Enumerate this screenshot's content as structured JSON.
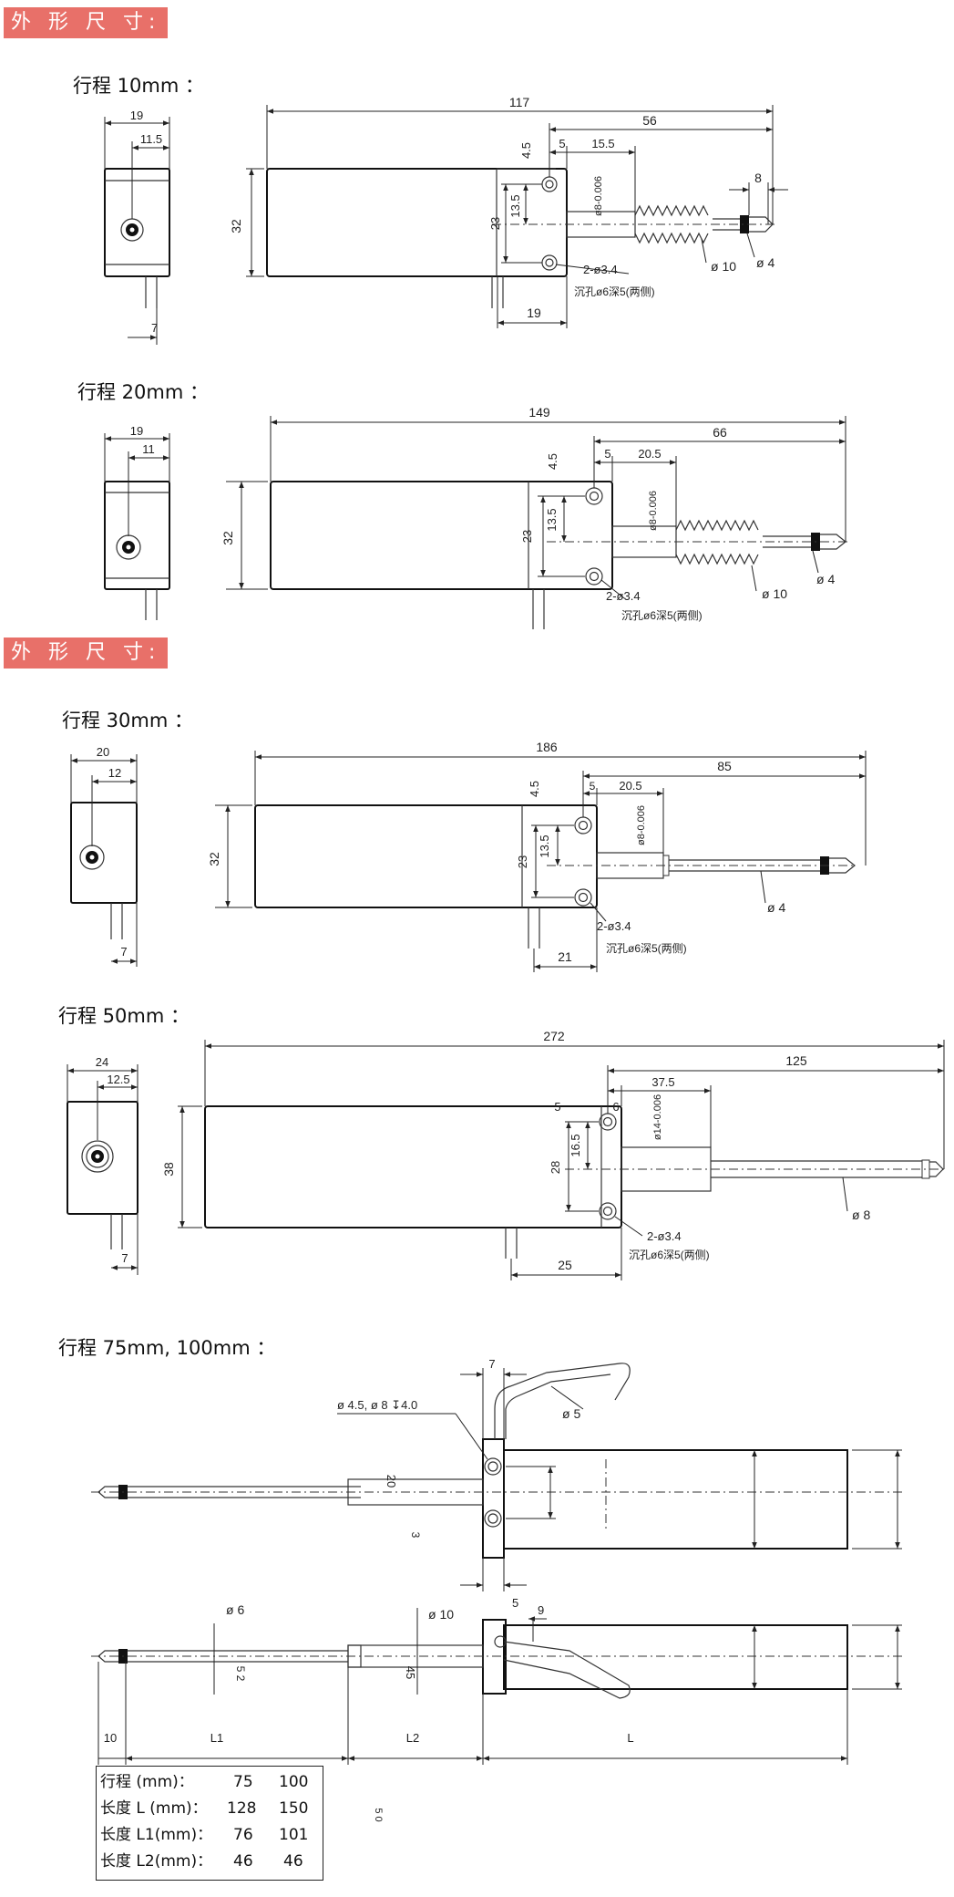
{
  "headers": {
    "h1": "外 形 尺 寸:",
    "h2": "外 形 尺 寸:"
  },
  "sections": {
    "s10": {
      "title": "行程 10mm ：",
      "dims": {
        "w19": "19",
        "w115": "11.5",
        "w7": "7",
        "len117": "117",
        "len56": "56",
        "d45": "4.5",
        "d5": "5",
        "d155": "15.5",
        "h32": "32",
        "h23": "23",
        "h135": "13.5",
        "tol": "ø8-0.006",
        "tol0": "0",
        "d8": "8",
        "phi10": "ø 10",
        "phi4": "ø 4",
        "hole": "2-ø3.4",
        "cbore": "沉孔ø6深5(两侧)",
        "d19": "19"
      }
    },
    "s20": {
      "title": "行程 20mm ：",
      "dims": {
        "w19": "19",
        "w11": "11",
        "len149": "149",
        "len66": "66",
        "d45": "4.5",
        "d5": "5",
        "d205": "20.5",
        "h32": "32",
        "h23": "23",
        "h135": "13.5",
        "tol": "ø8-0.006",
        "tol0": "0",
        "phi10": "ø 10",
        "phi4": "ø 4",
        "hole": "2-ø3.4",
        "cbore": "沉孔ø6深5(两侧)"
      }
    },
    "s30": {
      "title": "行程 30mm ：",
      "dims": {
        "w20": "20",
        "w12": "12",
        "w7": "7",
        "len186": "186",
        "len85": "85",
        "d45": "4.5",
        "d5": "5",
        "d205": "20.5",
        "h32": "32",
        "h23": "23",
        "h135": "13.5",
        "tol": "ø8-0.006",
        "tol0": "0",
        "phi4": "ø 4",
        "hole": "2-ø3.4",
        "cbore": "沉孔ø6深5(两侧)",
        "d21": "21"
      }
    },
    "s50": {
      "title": "行程 50mm ：",
      "dims": {
        "w24": "24",
        "w125": "12.5",
        "w7": "7",
        "len272": "272",
        "len125": "125",
        "d375": "37.5",
        "d5": "5",
        "d6": "6",
        "h38": "38",
        "h28": "28",
        "h165": "16.5",
        "tol": "ø14-0.006",
        "tol0": "0",
        "phi8": "ø 8",
        "hole": "2-ø3.4",
        "cbore": "沉孔ø6深5(两侧)",
        "d25": "25"
      }
    },
    "s75": {
      "title": "行程 75mm, 100mm ：",
      "dims": {
        "d7": "7",
        "holes": "ø 4.5, ø 8 ↧4.0",
        "phi5": "ø 5",
        "d20": "20",
        "d3": "3",
        "d5": "5",
        "phi6": "ø 6",
        "phi10": "ø 10",
        "d9": "9",
        "d45": "45",
        "d52": "5 2",
        "d10": "10",
        "L1": "L1",
        "L2": "L2",
        "L": "L",
        "stray": "5\n0"
      }
    }
  },
  "spec_table": {
    "rows": [
      {
        "label": "行程    (mm)：",
        "v1": "75",
        "v2": "100"
      },
      {
        "label": "长度  L  (mm)：",
        "v1": "128",
        "v2": "150"
      },
      {
        "label": "长度  L1(mm)：",
        "v1": "76",
        "v2": "101"
      },
      {
        "label": "长度  L2(mm)：",
        "v1": "46",
        "v2": "46"
      }
    ]
  }
}
